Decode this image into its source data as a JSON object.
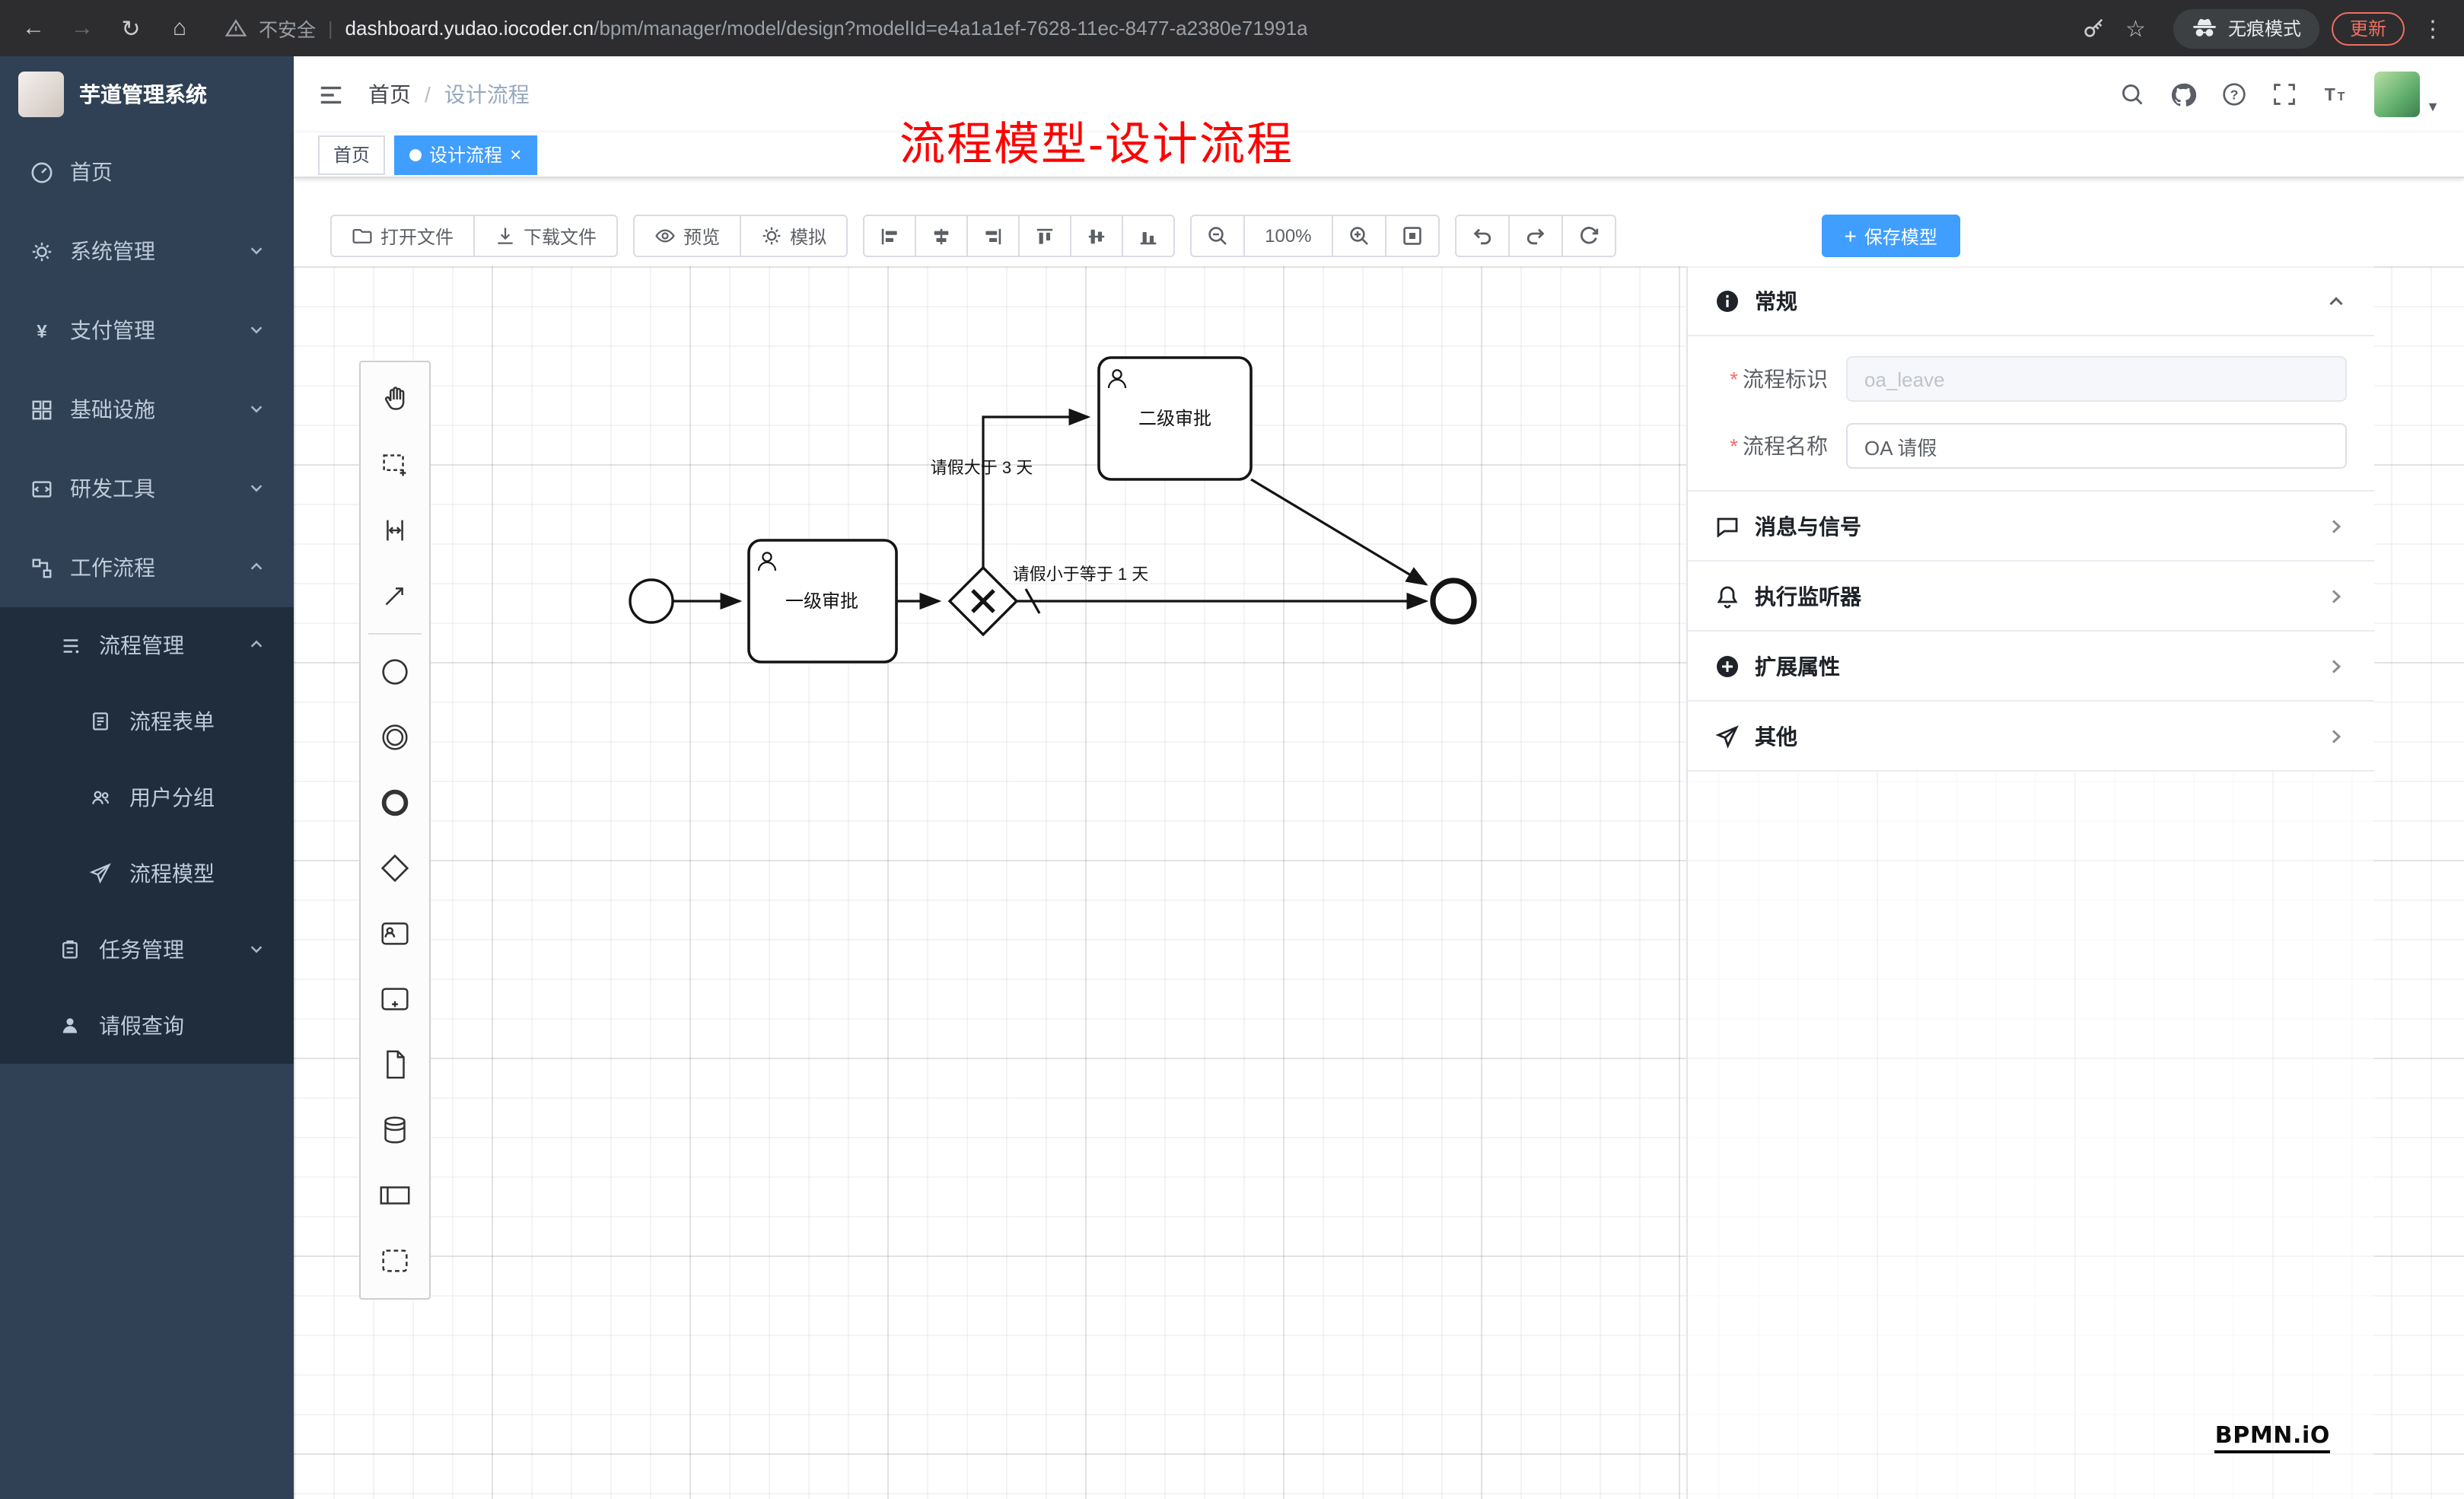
{
  "browser": {
    "security_label": "不安全",
    "url_host": "dashboard.yudao.iocoder.cn",
    "url_path": "/bpm/manager/model/design?modelId=e4a1a1ef-7628-11ec-8477-a2380e71991a",
    "incognito_label": "无痕模式",
    "update_label": "更新"
  },
  "sidebar": {
    "title": "芋道管理系统",
    "items": [
      {
        "label": "首页"
      },
      {
        "label": "系统管理"
      },
      {
        "label": "支付管理"
      },
      {
        "label": "基础设施"
      },
      {
        "label": "研发工具"
      },
      {
        "label": "工作流程"
      },
      {
        "label": "流程管理"
      },
      {
        "label": "流程表单"
      },
      {
        "label": "用户分组"
      },
      {
        "label": "流程模型"
      },
      {
        "label": "任务管理"
      },
      {
        "label": "请假查询"
      }
    ]
  },
  "breadcrumb": {
    "first": "首页",
    "separator": "/",
    "current": "设计流程"
  },
  "tags": {
    "home": "首页",
    "active": "设计流程",
    "close": "×"
  },
  "annotation": {
    "text": "流程模型-设计流程"
  },
  "toolbar": {
    "open": "打开文件",
    "download": "下载文件",
    "preview": "预览",
    "simulate": "模拟",
    "zoom_level": "100%",
    "save": "保存模型"
  },
  "diagram": {
    "task1": "一级审批",
    "task2": "二级审批",
    "flow_gt": "请假大于 3 天",
    "flow_lte": "请假小于等于 1 天"
  },
  "panel": {
    "general_title": "常规",
    "key_label": "流程标识",
    "key_value": "oa_leave",
    "name_label": "流程名称",
    "name_value": "OA 请假",
    "sections": [
      {
        "label": "消息与信号"
      },
      {
        "label": "执行监听器"
      },
      {
        "label": "扩展属性"
      },
      {
        "label": "其他"
      }
    ]
  },
  "watermark": {
    "label": "BPMN.iO"
  },
  "colors": {
    "accent": "#409eff",
    "danger": "#f56c6c",
    "sidebar_bg": "#304156",
    "submenu_bg": "#1f2d3d"
  }
}
